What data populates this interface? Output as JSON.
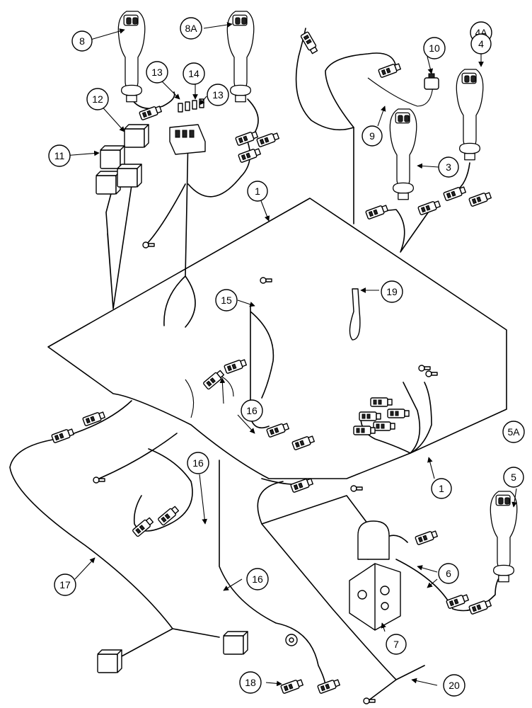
{
  "callouts": [
    {
      "label": "1"
    },
    {
      "label": "1"
    },
    {
      "label": "3"
    },
    {
      "label": "4A"
    },
    {
      "label": "4"
    },
    {
      "label": "5A"
    },
    {
      "label": "5"
    },
    {
      "label": "6"
    },
    {
      "label": "7"
    },
    {
      "label": "8"
    },
    {
      "label": "8A"
    },
    {
      "label": "9"
    },
    {
      "label": "10"
    },
    {
      "label": "11"
    },
    {
      "label": "12"
    },
    {
      "label": "13"
    },
    {
      "label": "13"
    },
    {
      "label": "14"
    },
    {
      "label": "15"
    },
    {
      "label": "16"
    },
    {
      "label": "16"
    },
    {
      "label": "16"
    },
    {
      "label": "17"
    },
    {
      "label": "18"
    },
    {
      "label": "19"
    },
    {
      "label": "20"
    }
  ],
  "colors": {
    "line": "#000000",
    "background": "#ffffff"
  }
}
